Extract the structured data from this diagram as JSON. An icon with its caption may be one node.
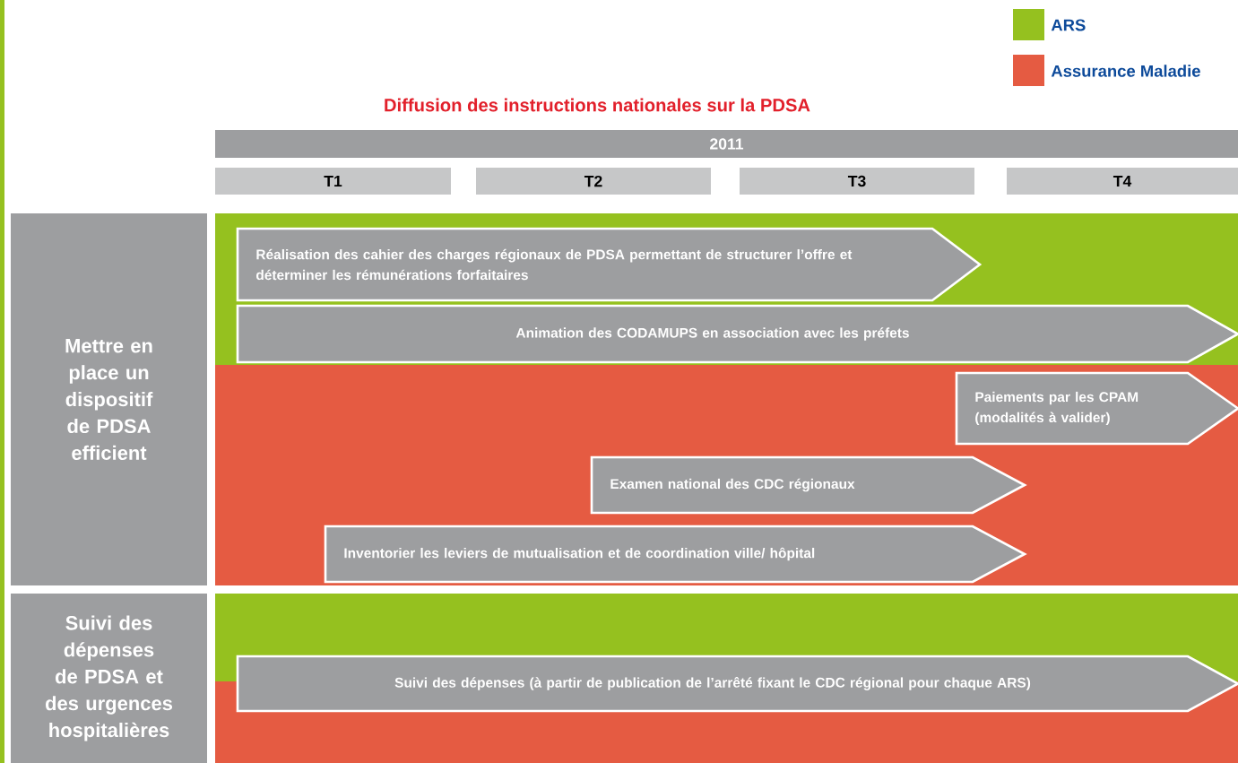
{
  "diagram": {
    "title": "Diffusion des instructions nationales sur la PDSA",
    "nodes": [
      {
        "text": [
          "2011"
        ]
      },
      {
        "text": [
          "T1"
        ]
      },
      {
        "text": [
          "T2"
        ]
      },
      {
        "text": [
          "T3"
        ]
      },
      {
        "text": [
          "T4"
        ]
      },
      {
        "text": [
          "Mettre en place un dispositif de PDSA efficient"
        ]
      },
      {
        "text": [],
        "shape": "bar"
      },
      {
        "text": [
          "Réalisation des cahier des charges régionaux de PDSA permettant de structurer l’offre et déterminer les rémunérations forfaitaires"
        ],
        "in": 6
      },
      {
        "text": [
          "Animation des CODAMUPS en association avec les préfets"
        ],
        "in": 6
      },
      {
        "text": [],
        "shape": "bar"
      },
      {
        "text": [
          "Paiements par les CPAM (modalités à valider)"
        ],
        "in": 9
      },
      {
        "text": [
          "Examen national des CDC régionaux"
        ],
        "in": 9
      },
      {
        "text": [
          "Inventorier les leviers de mutualisation et de coordination ville/ hôpital"
        ],
        "in": 9
      },
      {
        "text": [
          "Suivi des dépenses de PDSA et des urgences hospitalières"
        ]
      },
      {
        "text": [],
        "shape": "bar"
      },
      {
        "text": [],
        "shape": "bar"
      },
      {
        "text": [
          "Suivi des dépenses (à partir de publication de l’arrêté fixant le CDC régional pour chaque ARS)"
        ]
      }
    ],
    "legend": [
      {
        "text": "ARS",
        "color": "#95c11f"
      },
      {
        "text": "Assurance Maladie",
        "color": "#e55b42"
      }
    ]
  }
}
